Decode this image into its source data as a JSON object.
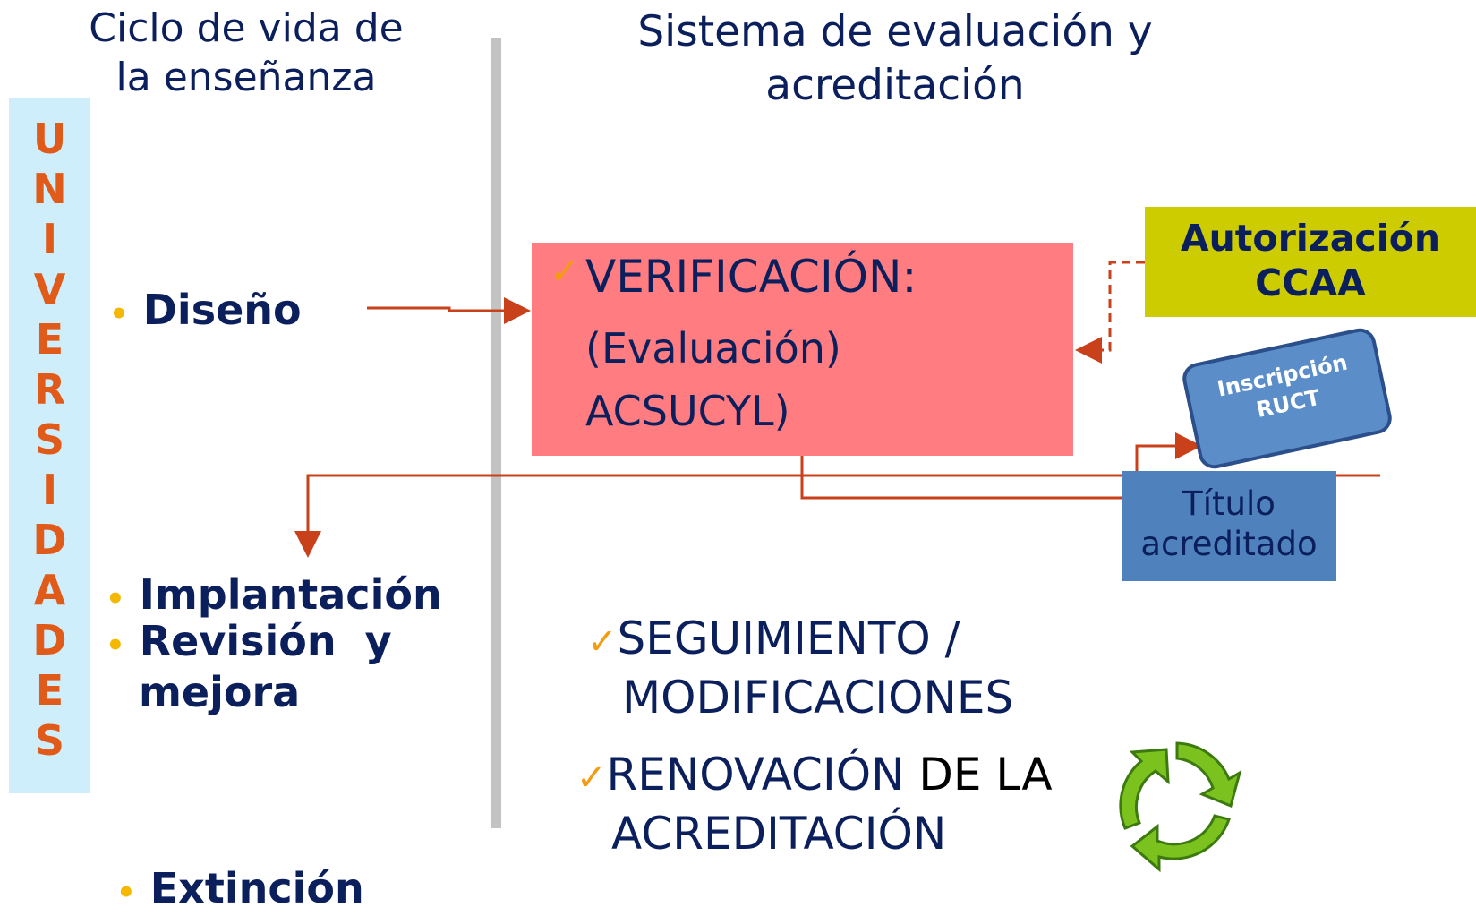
{
  "left_title": [
    "Ciclo de vida de",
    "la enseñanza"
  ],
  "right_title": [
    "Sistema de evaluación y",
    "acreditación"
  ],
  "sidebar_letters": [
    "U",
    "N",
    "I",
    "V",
    "E",
    "R",
    "S",
    "I",
    "D",
    "A",
    "D",
    "E",
    "S"
  ],
  "stages": {
    "diseno": "Diseño",
    "implantacion": "Implantación",
    "revision": [
      "Revisión  y",
      "mejora"
    ],
    "extincion": "Extinción"
  },
  "verificacion": {
    "line1": "VERIFICACIÓN:",
    "line2": "(Evaluación)",
    "line3": "ACSUCYL)"
  },
  "autorizacion": [
    "Autorización",
    "CCAA"
  ],
  "ruct": [
    "Inscripción",
    "RUCT"
  ],
  "titulo": [
    "Título",
    "acreditado"
  ],
  "seguimiento": [
    "SEGUIMIENTO /",
    "MODIFICACIONES"
  ],
  "renovacion": {
    "line1_blue": "RENOVACIÓN ",
    "line1_black": "DE LA",
    "line2": "ACREDITACIÓN"
  },
  "colors": {
    "navy": "#0b1f5c",
    "orange_letters": "#e05a1a",
    "arrow": "#c8411a",
    "verif_fill": "#ff7c80",
    "autoriz_fill": "#cccc00",
    "titulo_fill": "#4f81bd",
    "sidebar_fill": "#cfeefb",
    "bullet": "#f5b800",
    "check": "#f39c12",
    "recycle_green": "#7cc21f"
  }
}
